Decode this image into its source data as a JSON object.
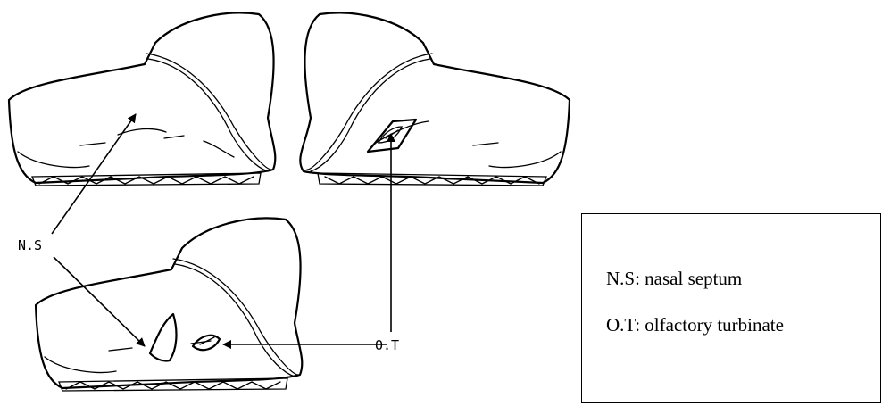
{
  "callouts": {
    "ns": "N.S",
    "ot": "O.T"
  },
  "legend": {
    "entries": [
      "N.S: nasal septum",
      "O.T: olfactory turbinate"
    ]
  },
  "colors": {
    "line": "#000000",
    "background": "#ffffff"
  }
}
